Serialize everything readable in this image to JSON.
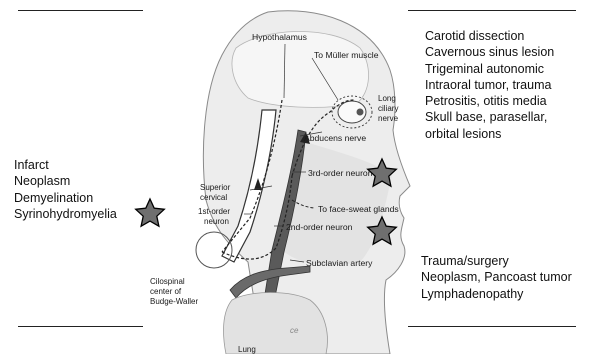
{
  "left_causes": [
    "Infarct",
    "Neoplasm",
    "Demyelination",
    "Syrinohydromyelia"
  ],
  "right_top_causes": [
    "Carotid dissection",
    "Cavernous sinus lesion",
    "Trigeminal autonomic",
    "Intraoral tumor, trauma",
    "Petrositis, otitis media",
    "Skull base, parasellar,",
    "orbital lesions"
  ],
  "right_bottom_causes": [
    "Trauma/surgery",
    "Neoplasm, Pancoast tumor",
    "Lymphadenopathy"
  ],
  "diagram_labels": {
    "hypothalamus": "Hypothalamus",
    "muller": "To Müller muscle",
    "long_ciliary_1": "Long",
    "long_ciliary_2": "ciliary",
    "long_ciliary_3": "nerve",
    "abducens": "Abducens nerve",
    "third_order": "3rd-order neuron",
    "superior_cervical_1": "Superior",
    "superior_cervical_2": "cervical",
    "first_order_1": "1st-order",
    "first_order_2": "neuron",
    "face_sweat": "To face-sweat glands",
    "second_order": "2nd-order neuron",
    "subclavian": "Subclavian artery",
    "ciliospinal_1": "Cilospinal",
    "ciliospinal_2": "center of",
    "ciliospinal_3": "Budge-Waller",
    "lung": "Lung"
  },
  "colors": {
    "star_fill": "#6f6f6f",
    "star_stroke": "#000000",
    "rule": "#222222"
  }
}
